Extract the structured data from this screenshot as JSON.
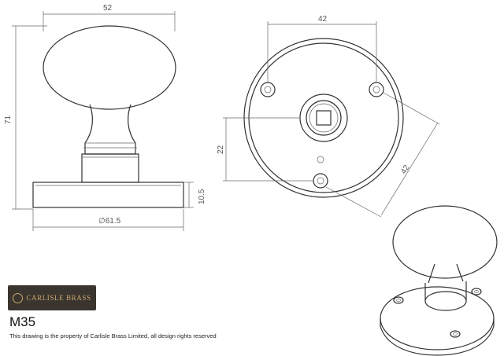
{
  "colors": {
    "line": "#333333",
    "dimension": "#555555",
    "logo_background": "#3b3530",
    "logo_accent": "#c9a96a"
  },
  "dimensions": {
    "width_52": "52",
    "height_71": "71",
    "rose_diameter": "∅61.5",
    "rose_thickness": "10.5",
    "hole_spacing_42_top": "42",
    "center_offset_22": "22",
    "hole_spacing_42_diag": "42"
  },
  "logo": {
    "text": "CARLISLE BRASS",
    "icon": "carlisle-brass-logo-icon"
  },
  "model_number": "M35",
  "copyright_note": "This drawing is the property of Carlisle Brass Limited, all design rights reserved"
}
